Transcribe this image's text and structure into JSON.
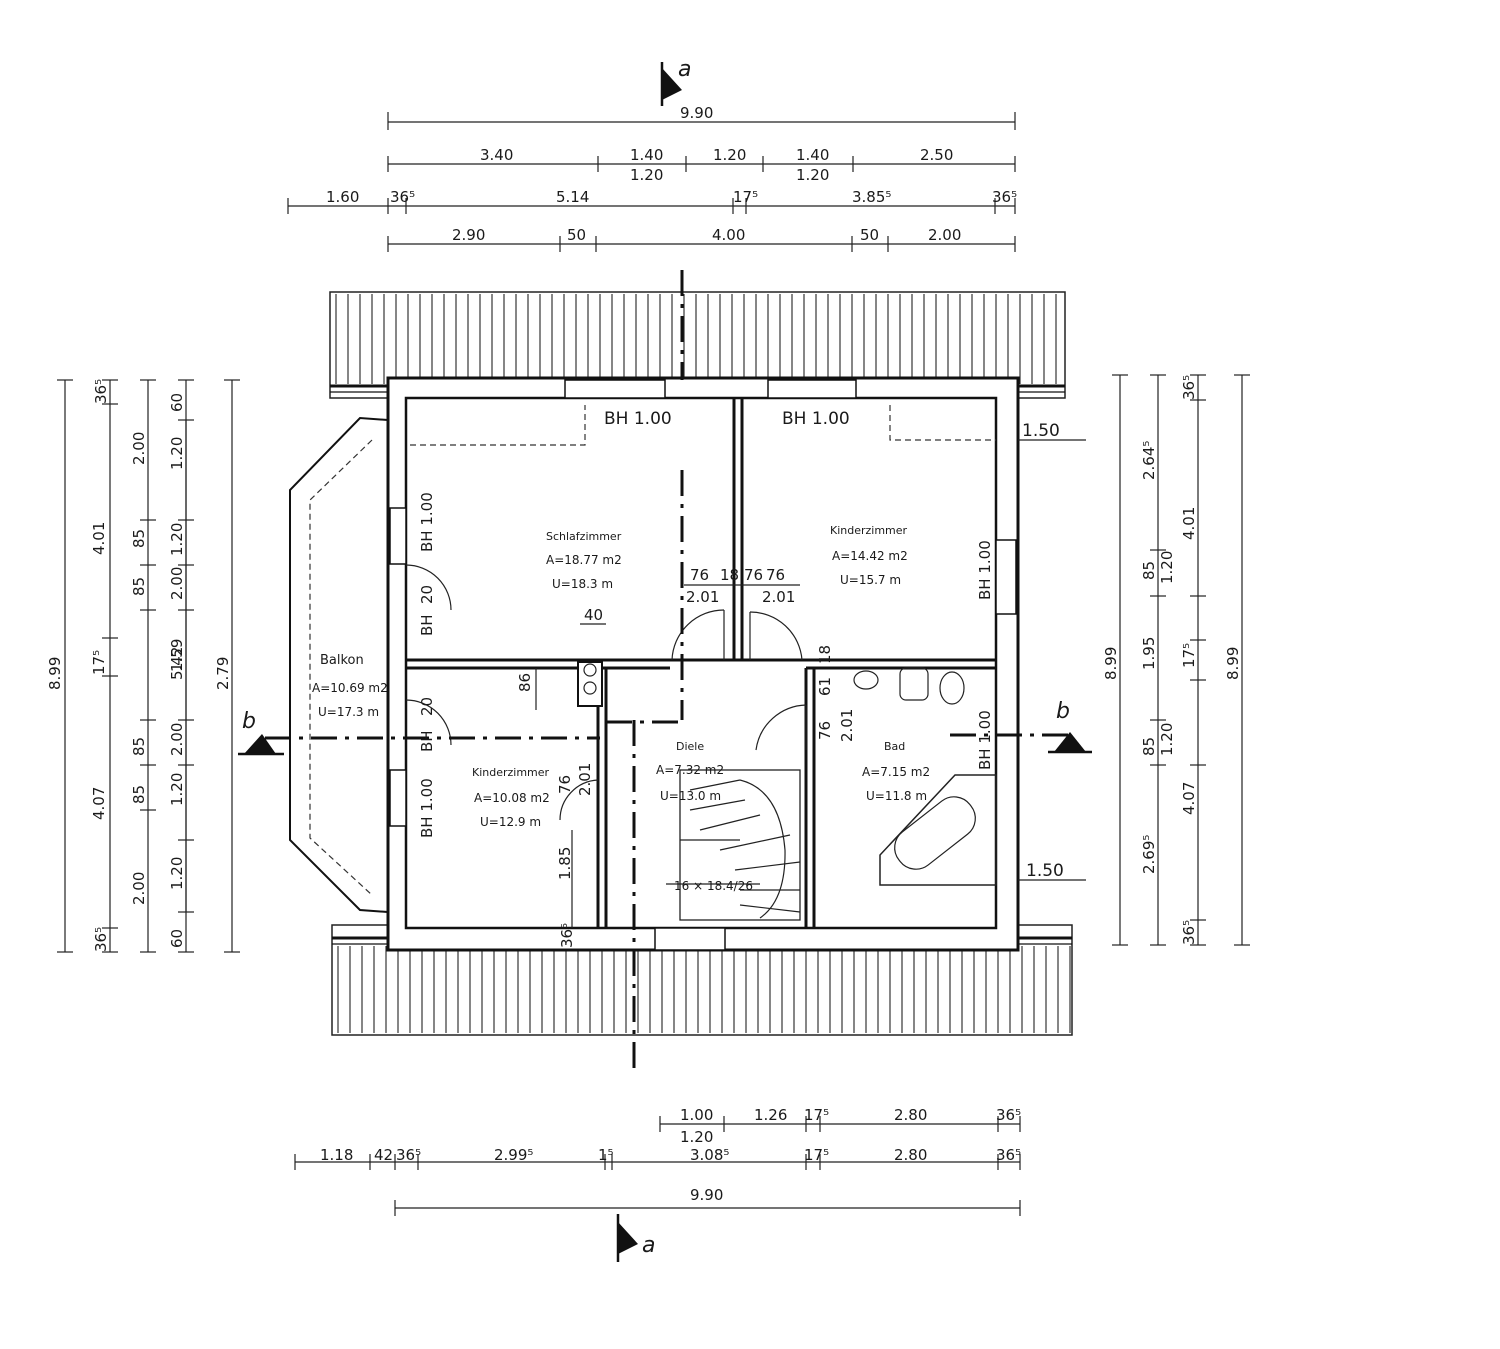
{
  "sections": {
    "a": "a",
    "b": "b"
  },
  "dims": {
    "top_total": "9.90",
    "top_row1": [
      "3.40",
      "1.40",
      "1.20",
      "1.40",
      "2.50"
    ],
    "top_row1_sub": [
      "1.20",
      "1.20"
    ],
    "top_row2": [
      "1.60",
      "36⁵",
      "5.14",
      "17⁵",
      "3.85⁵",
      "36⁵"
    ],
    "top_row3": [
      "2.90",
      "50",
      "4.00",
      "50",
      "2.00"
    ],
    "bottom_row1": [
      "1.00",
      "1.26",
      "17⁵",
      "2.80",
      "36⁵"
    ],
    "bottom_row1_sub": "1.20",
    "bottom_row2": [
      "1.18",
      "42",
      "36⁵",
      "2.99⁵",
      "1⁵",
      "3.08⁵",
      "17⁵",
      "2.80",
      "36⁵"
    ],
    "bottom_total": "9.90",
    "left_col1": "8.99",
    "left_col2": [
      "36⁵",
      "2.00",
      "4.01",
      "85",
      "85",
      "17⁵",
      "85",
      "85",
      "4.07",
      "2.00",
      "36⁵"
    ],
    "left_col3": [
      "60",
      "1.20",
      "1.20",
      "2.00",
      "1.59",
      "2.00",
      "1.20",
      "1.20",
      "60"
    ],
    "left_col4": "5.42",
    "left_col5": "2.79",
    "right_col1": "8.99",
    "right_col2": [
      "2.64⁵",
      "85",
      "1.95",
      "85",
      "2.69⁵"
    ],
    "right_col3": [
      "36⁵",
      "4.01",
      "1.20",
      "17⁵",
      "1.20",
      "4.07",
      "36⁵"
    ],
    "right_col4": "8.99"
  },
  "rooms": {
    "schlaf": {
      "name": "Schlafzimmer",
      "area": "A=18.77 m2",
      "perim": "U=18.3 m"
    },
    "kind1": {
      "name": "Kinderzimmer",
      "area": "A=14.42 m2",
      "perim": "U=15.7 m"
    },
    "kind2": {
      "name": "Kinderzimmer",
      "area": "A=10.08 m2",
      "perim": "U=12.9 m"
    },
    "diele": {
      "name": "Diele",
      "area": "A=7.32 m2",
      "perim": "U=13.0 m"
    },
    "bad": {
      "name": "Bad",
      "area": "A=7.15 m2",
      "perim": "U=11.8 m"
    },
    "balkon": {
      "name": "Balkon",
      "area": "A=10.69 m2",
      "perim": "U=17.3 m"
    }
  },
  "annotations": {
    "bh_top1": "BH 1.00",
    "bh_top2": "BH 1.00",
    "bh_left1": "BH 1.00",
    "bh_left2": "BH 1.00",
    "bh_right1": "BH 1.00",
    "bh_right2": "BH 1.00",
    "bh_small1": "BH",
    "bh_small2": "BH",
    "sill1": "20",
    "sill2": "20",
    "overhang_top": "1.50",
    "overhang_bottom": "1.50",
    "door_w1": "76",
    "door_w2": "76",
    "door_w3": "76",
    "door_w4": "76",
    "door_w5": "76",
    "door_h1": "2.01",
    "door_h2": "2.01",
    "door_h3": "2.01",
    "door_h4": "2.01",
    "wall_a": "18",
    "wall_b": "76",
    "dim_40": "40",
    "dim_86": "86",
    "dim_185": "1.85",
    "dim_61": "61",
    "dim_18": "18",
    "dim_36": "36⁵",
    "stair": "16 × 18.4/26"
  }
}
